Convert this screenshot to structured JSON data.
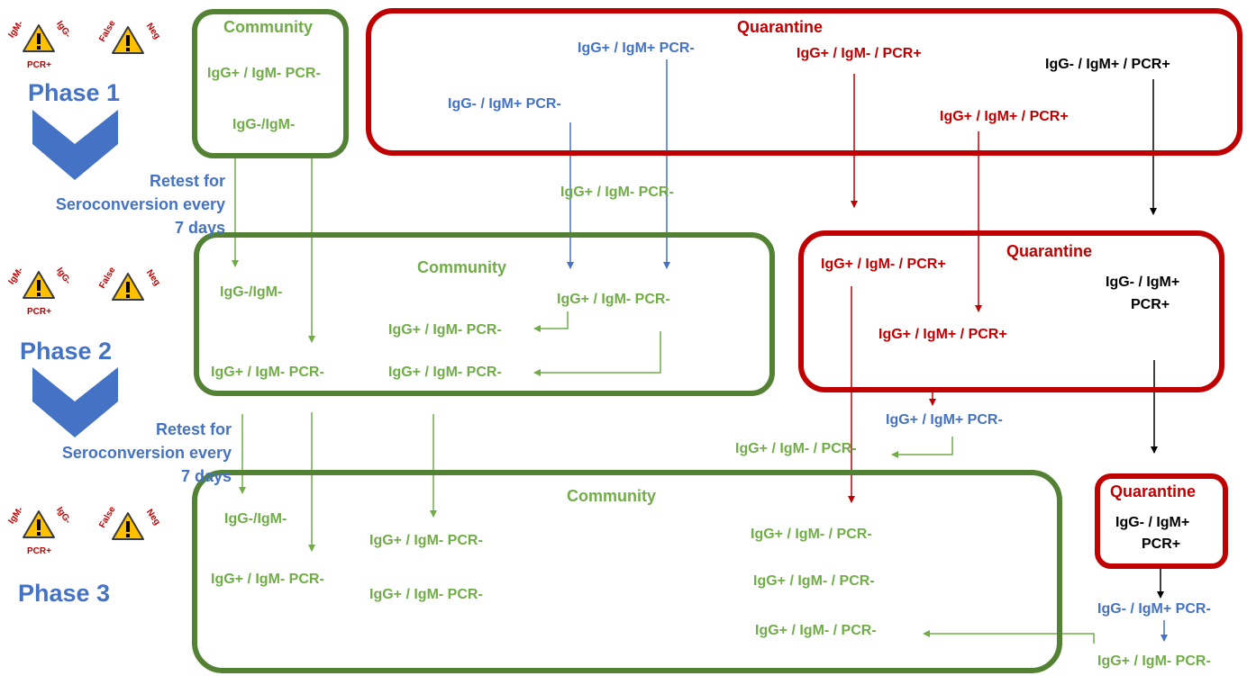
{
  "colors": {
    "community": "#548235",
    "community_text": "#70ad47",
    "quarantine": "#c00000",
    "blue": "#4472c4",
    "black": "#000000",
    "warning_fill": "#ffc000"
  },
  "phases": {
    "phase1": "Phase 1",
    "phase2": "Phase 2",
    "phase3": "Phase 3"
  },
  "retest": {
    "first": {
      "line1": "Retest for",
      "line2": "Seroconversion every",
      "line3": "7 days"
    },
    "second": {
      "line1": "Retest for",
      "line2": "Seroconversion every",
      "line3": "7 days"
    }
  },
  "warnings": {
    "igm": "IgM-",
    "igg": "IgG-",
    "pcr": "PCR+",
    "false": "False",
    "neg": "Neg",
    "icon": "warning-icon"
  },
  "phase1": {
    "community": {
      "title": "Community",
      "items": [
        "IgG+ / IgM-  PCR-",
        "IgG-/IgM-"
      ]
    },
    "quarantine": {
      "title": "Quarantine",
      "items": [
        "IgG+ / IgM+  PCR-",
        "IgG- / IgM+  PCR-",
        "IgG+ / IgM- /  PCR+",
        "IgG+ / IgM+ / PCR+",
        "IgG- / IgM+ / PCR+"
      ]
    },
    "transition": "IgG+ / IgM-  PCR-"
  },
  "phase2": {
    "community": {
      "title": "Community",
      "items": [
        "IgG-/IgM-",
        "IgG+ / IgM-  PCR-",
        "IgG+ / IgM-  PCR-",
        "IgG+ / IgM-  PCR-",
        "IgG+ / IgM-  PCR-"
      ]
    },
    "quarantine": {
      "title": "Quarantine",
      "items": [
        "IgG+ / IgM- / PCR+",
        "IgG- / IgM+",
        "PCR+",
        "IgG+ / IgM+ / PCR+"
      ]
    },
    "transition_blue": "IgG+ / IgM+  PCR-",
    "transition_green": "IgG+ / IgM- / PCR-"
  },
  "phase3": {
    "community": {
      "title": "Community",
      "items": [
        "IgG-/IgM-",
        "IgG+ / IgM-  PCR-",
        "IgG+ / IgM-  PCR-",
        "IgG+ / IgM-  PCR-",
        "IgG+ / IgM- / PCR-",
        "IgG+ / IgM- / PCR-",
        "IgG+ / IgM- / PCR-"
      ]
    },
    "quarantine": {
      "title": "Quarantine",
      "items": [
        "IgG- / IgM+",
        "PCR+"
      ]
    },
    "transition_blue": "IgG- / IgM+  PCR-",
    "transition_green": "IgG+ / IgM-  PCR-"
  }
}
